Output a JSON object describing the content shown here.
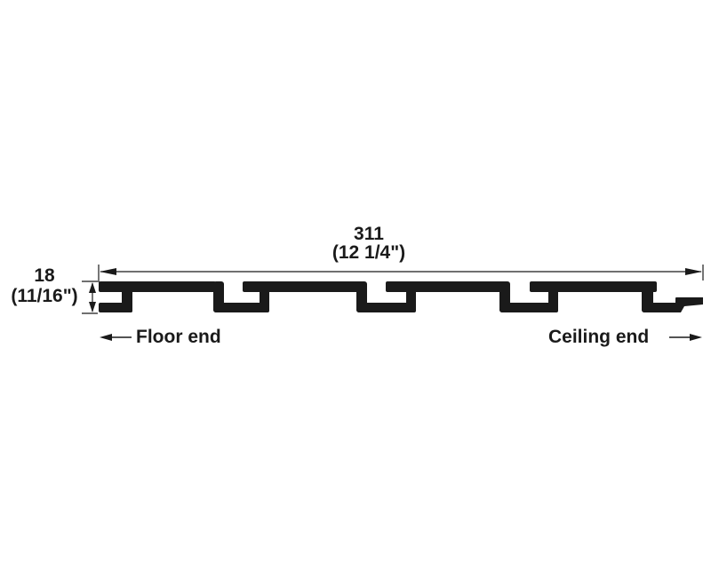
{
  "width_dimension": {
    "metric": "311",
    "imperial": "(12 1/4\")"
  },
  "thickness_dimension": {
    "metric": "18",
    "imperial": "(11/16\")"
  },
  "orientation": {
    "left_label": "Floor end",
    "right_label": "Ceiling end",
    "left_arrow_icon": "arrow-left-icon",
    "right_arrow_icon": "arrow-right-icon"
  },
  "colors": {
    "profile": "#1a1a1a",
    "lines": "#1a1a1a",
    "background": "#ffffff"
  }
}
